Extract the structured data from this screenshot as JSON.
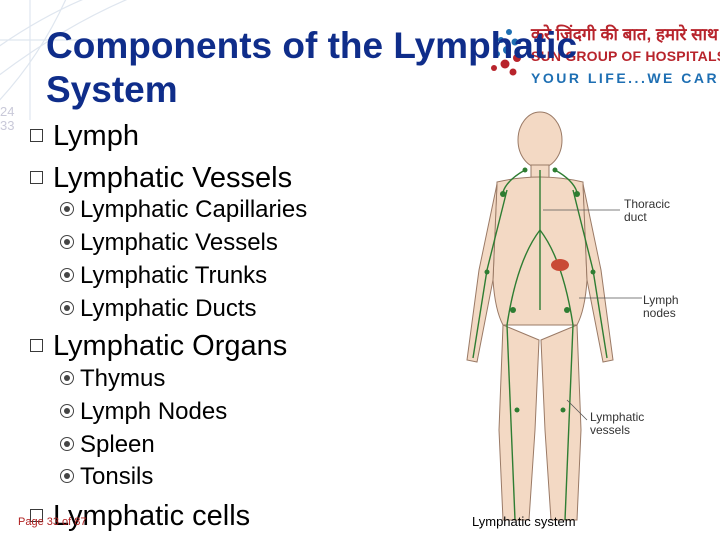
{
  "slide": {
    "title_line1": "Components of the Lymphatic",
    "title_line2": "System",
    "page_marker_1": "24",
    "page_marker_2": "33"
  },
  "logo": {
    "hindi_text": "करे जिंदगी की बात, हमारे साथ",
    "name": "SUN GROUP OF HOSPITALS",
    "tagline": "YOUR LIFE...WE CARE!"
  },
  "bullets": [
    {
      "label": "Lymph",
      "children": []
    },
    {
      "label": "Lymphatic Vessels",
      "children": [
        "Lymphatic Capillaries",
        "Lymphatic Vessels",
        "Lymphatic Trunks",
        "Lymphatic Ducts"
      ]
    },
    {
      "label": "Lymphatic Organs",
      "children": [
        "Thymus",
        "Lymph Nodes",
        "Spleen",
        "Tonsils"
      ]
    },
    {
      "label": "Lymphatic cells",
      "children": []
    }
  ],
  "footer": "Page 33 of 87",
  "figure": {
    "caption": "Lymphatic system",
    "callout_thoracic_1": "Thoracic",
    "callout_thoracic_2": "duct",
    "callout_lymph_1": "Lymph",
    "callout_lymph_2": "nodes",
    "callout_vessels_1": "Lymphatic",
    "callout_vessels_2": "vessels"
  },
  "colors": {
    "title": "#0f2d8a",
    "logo_red": "#b8242c",
    "logo_blue": "#1e6fb3",
    "lymph_green": "#2e7d32"
  }
}
